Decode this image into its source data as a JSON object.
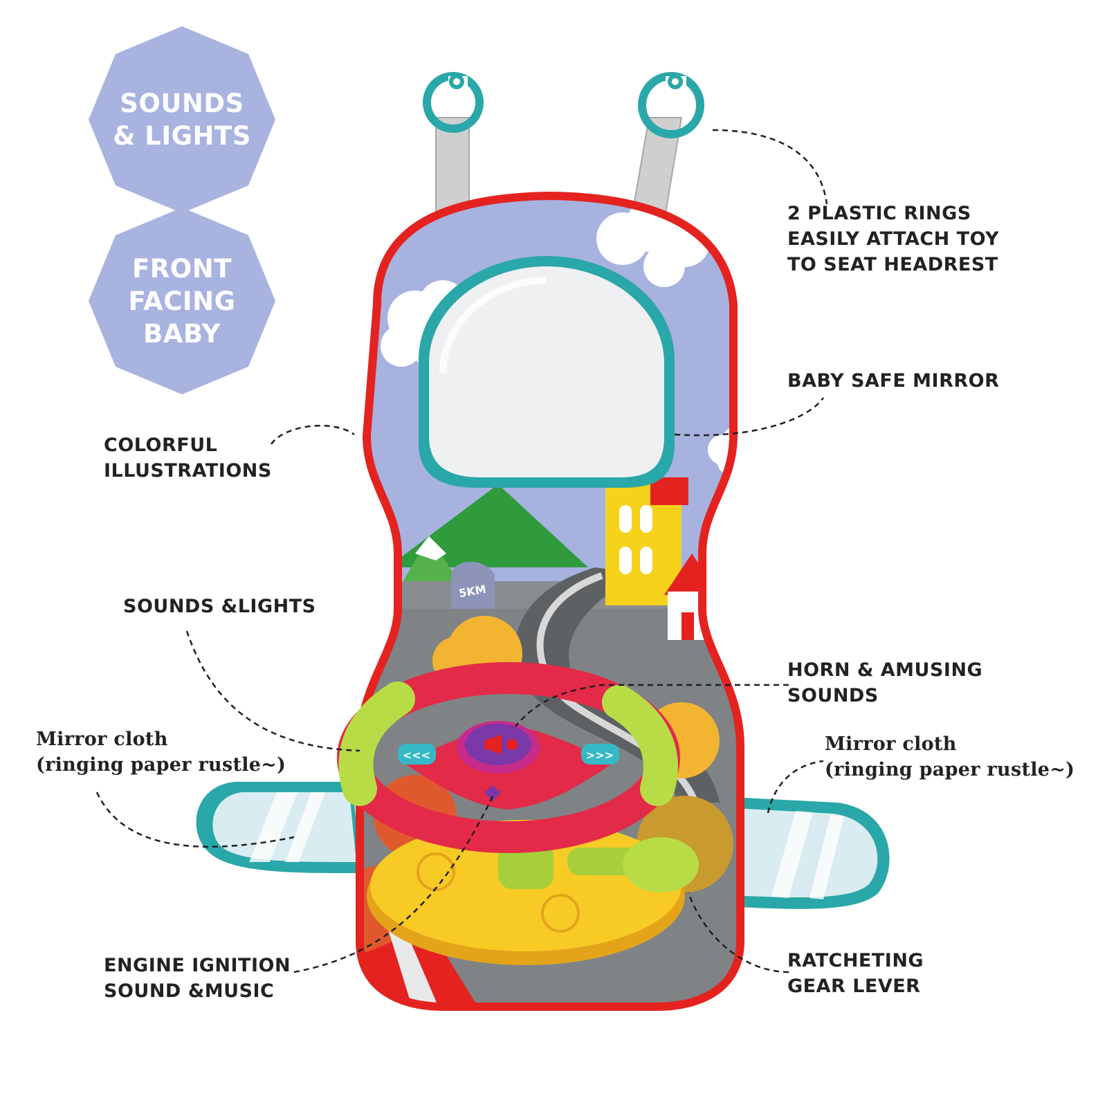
{
  "badges": {
    "sounds_lights": "SOUNDS\n& LIGHTS",
    "front_facing": "FRONT\nFACING\nBABY"
  },
  "callouts": {
    "plastic_rings": "2 PLASTIC RINGS\nEASILY ATTACH TOY\nTO SEAT HEADREST",
    "mirror": "BABY SAFE MIRROR",
    "illustrations": "COLORFUL\nILLUSTRATIONS",
    "sounds_lights": "SOUNDS &LIGHTS",
    "horn": "HORN & AMUSING\nSOUNDS",
    "mirror_cloth_left": "Mirror cloth\n(ringing paper rustle~)",
    "mirror_cloth_right": "Mirror cloth\n(ringing paper rustle~)",
    "engine": "ENGINE IGNITION\nSOUND &MUSIC",
    "gear": "RATCHETING\nGEAR LEVER"
  },
  "illustration": {
    "milestone_text": "5KM"
  },
  "colors": {
    "badge": "#a9b3e0",
    "frame": "#e42320",
    "sky": "#a7b2df",
    "ring": "#2aa7a8"
  }
}
